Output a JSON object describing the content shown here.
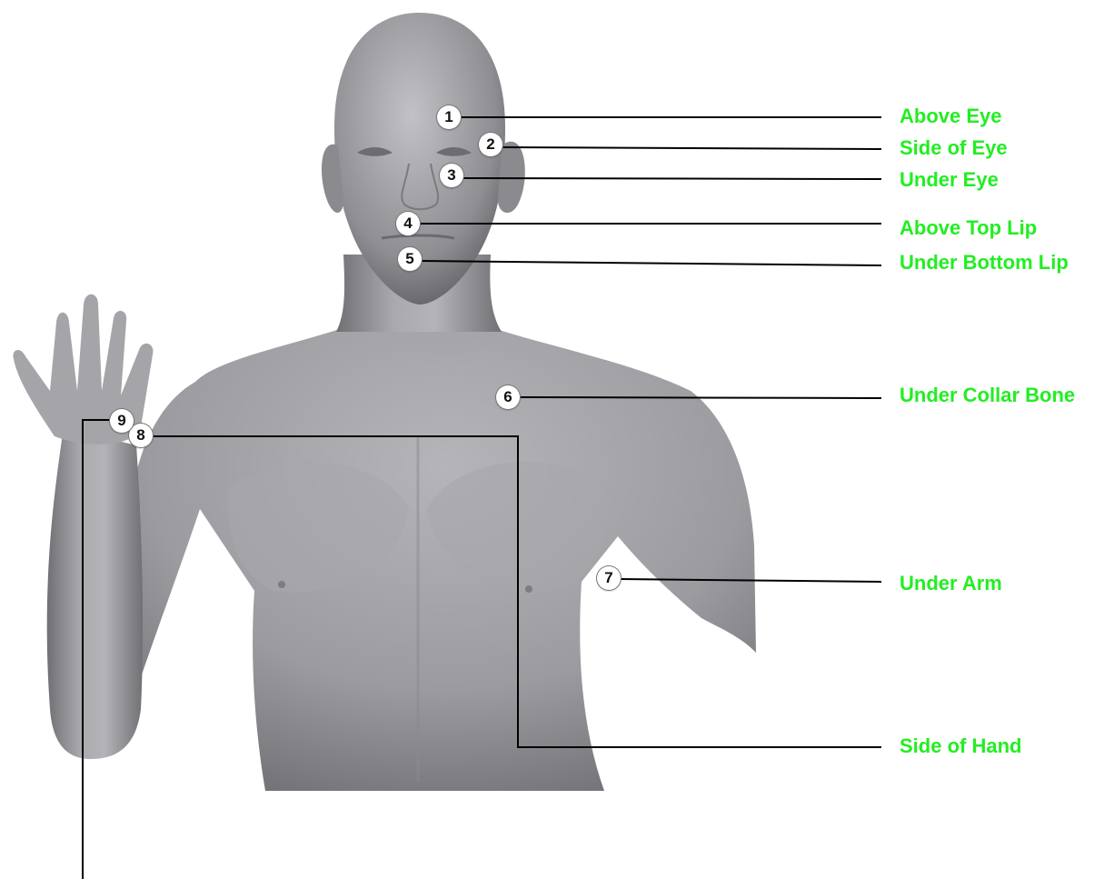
{
  "points": [
    {
      "number": "1",
      "label": "Above Eye"
    },
    {
      "number": "2",
      "label": "Side of Eye"
    },
    {
      "number": "3",
      "label": "Under Eye"
    },
    {
      "number": "4",
      "label": "Above Top Lip"
    },
    {
      "number": "5",
      "label": "Under Bottom Lip"
    },
    {
      "number": "6",
      "label": "Under Collar Bone"
    },
    {
      "number": "7",
      "label": "Under Arm"
    },
    {
      "number": "8",
      "label": "Side of Hand"
    },
    {
      "number": "9",
      "label": ""
    }
  ],
  "colors": {
    "label": "#22ee22",
    "line": "#000000",
    "skin": "#9d9da2",
    "background": "#ffffff"
  }
}
